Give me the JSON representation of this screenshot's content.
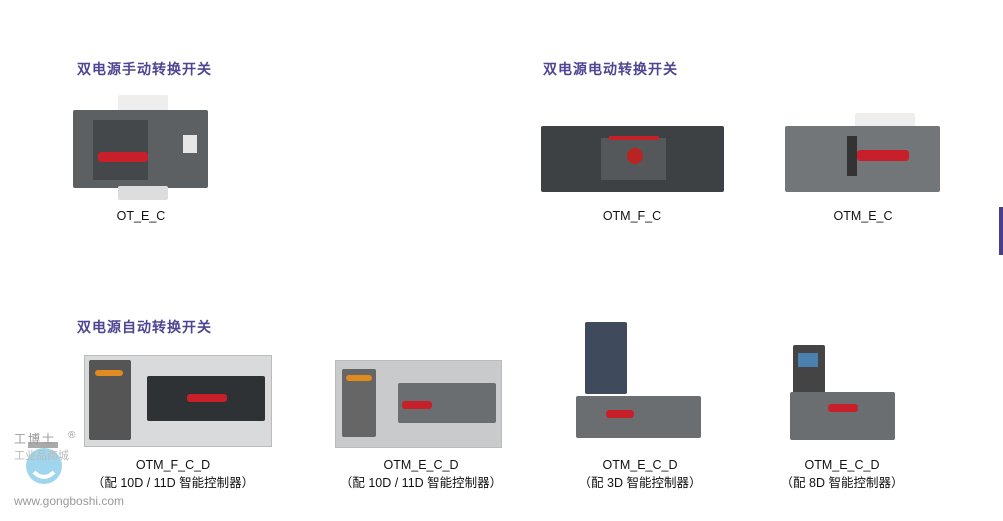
{
  "sections": {
    "manual": {
      "title": "双电源手动转换开关",
      "products": [
        {
          "name": "OT_E_C"
        }
      ]
    },
    "electric": {
      "title": "双电源电动转换开关",
      "products": [
        {
          "name": "OTM_F_C"
        },
        {
          "name": "OTM_E_C"
        }
      ]
    },
    "automatic": {
      "title": "双电源自动转换开关",
      "products": [
        {
          "name": "OTM_F_C_D",
          "note": "（配 10D / 11D 智能控制器）"
        },
        {
          "name": "OTM_E_C_D",
          "note": "（配 10D / 11D 智能控制器）"
        },
        {
          "name": "OTM_E_C_D",
          "note": "（配 3D 智能控制器）"
        },
        {
          "name": "OTM_E_C_D",
          "note": "（配 8D 智能控制器）"
        }
      ]
    }
  },
  "watermark": {
    "brand": "工博士",
    "sub": "工业品商城",
    "url": "www.gongboshi.com",
    "mark": "®"
  }
}
